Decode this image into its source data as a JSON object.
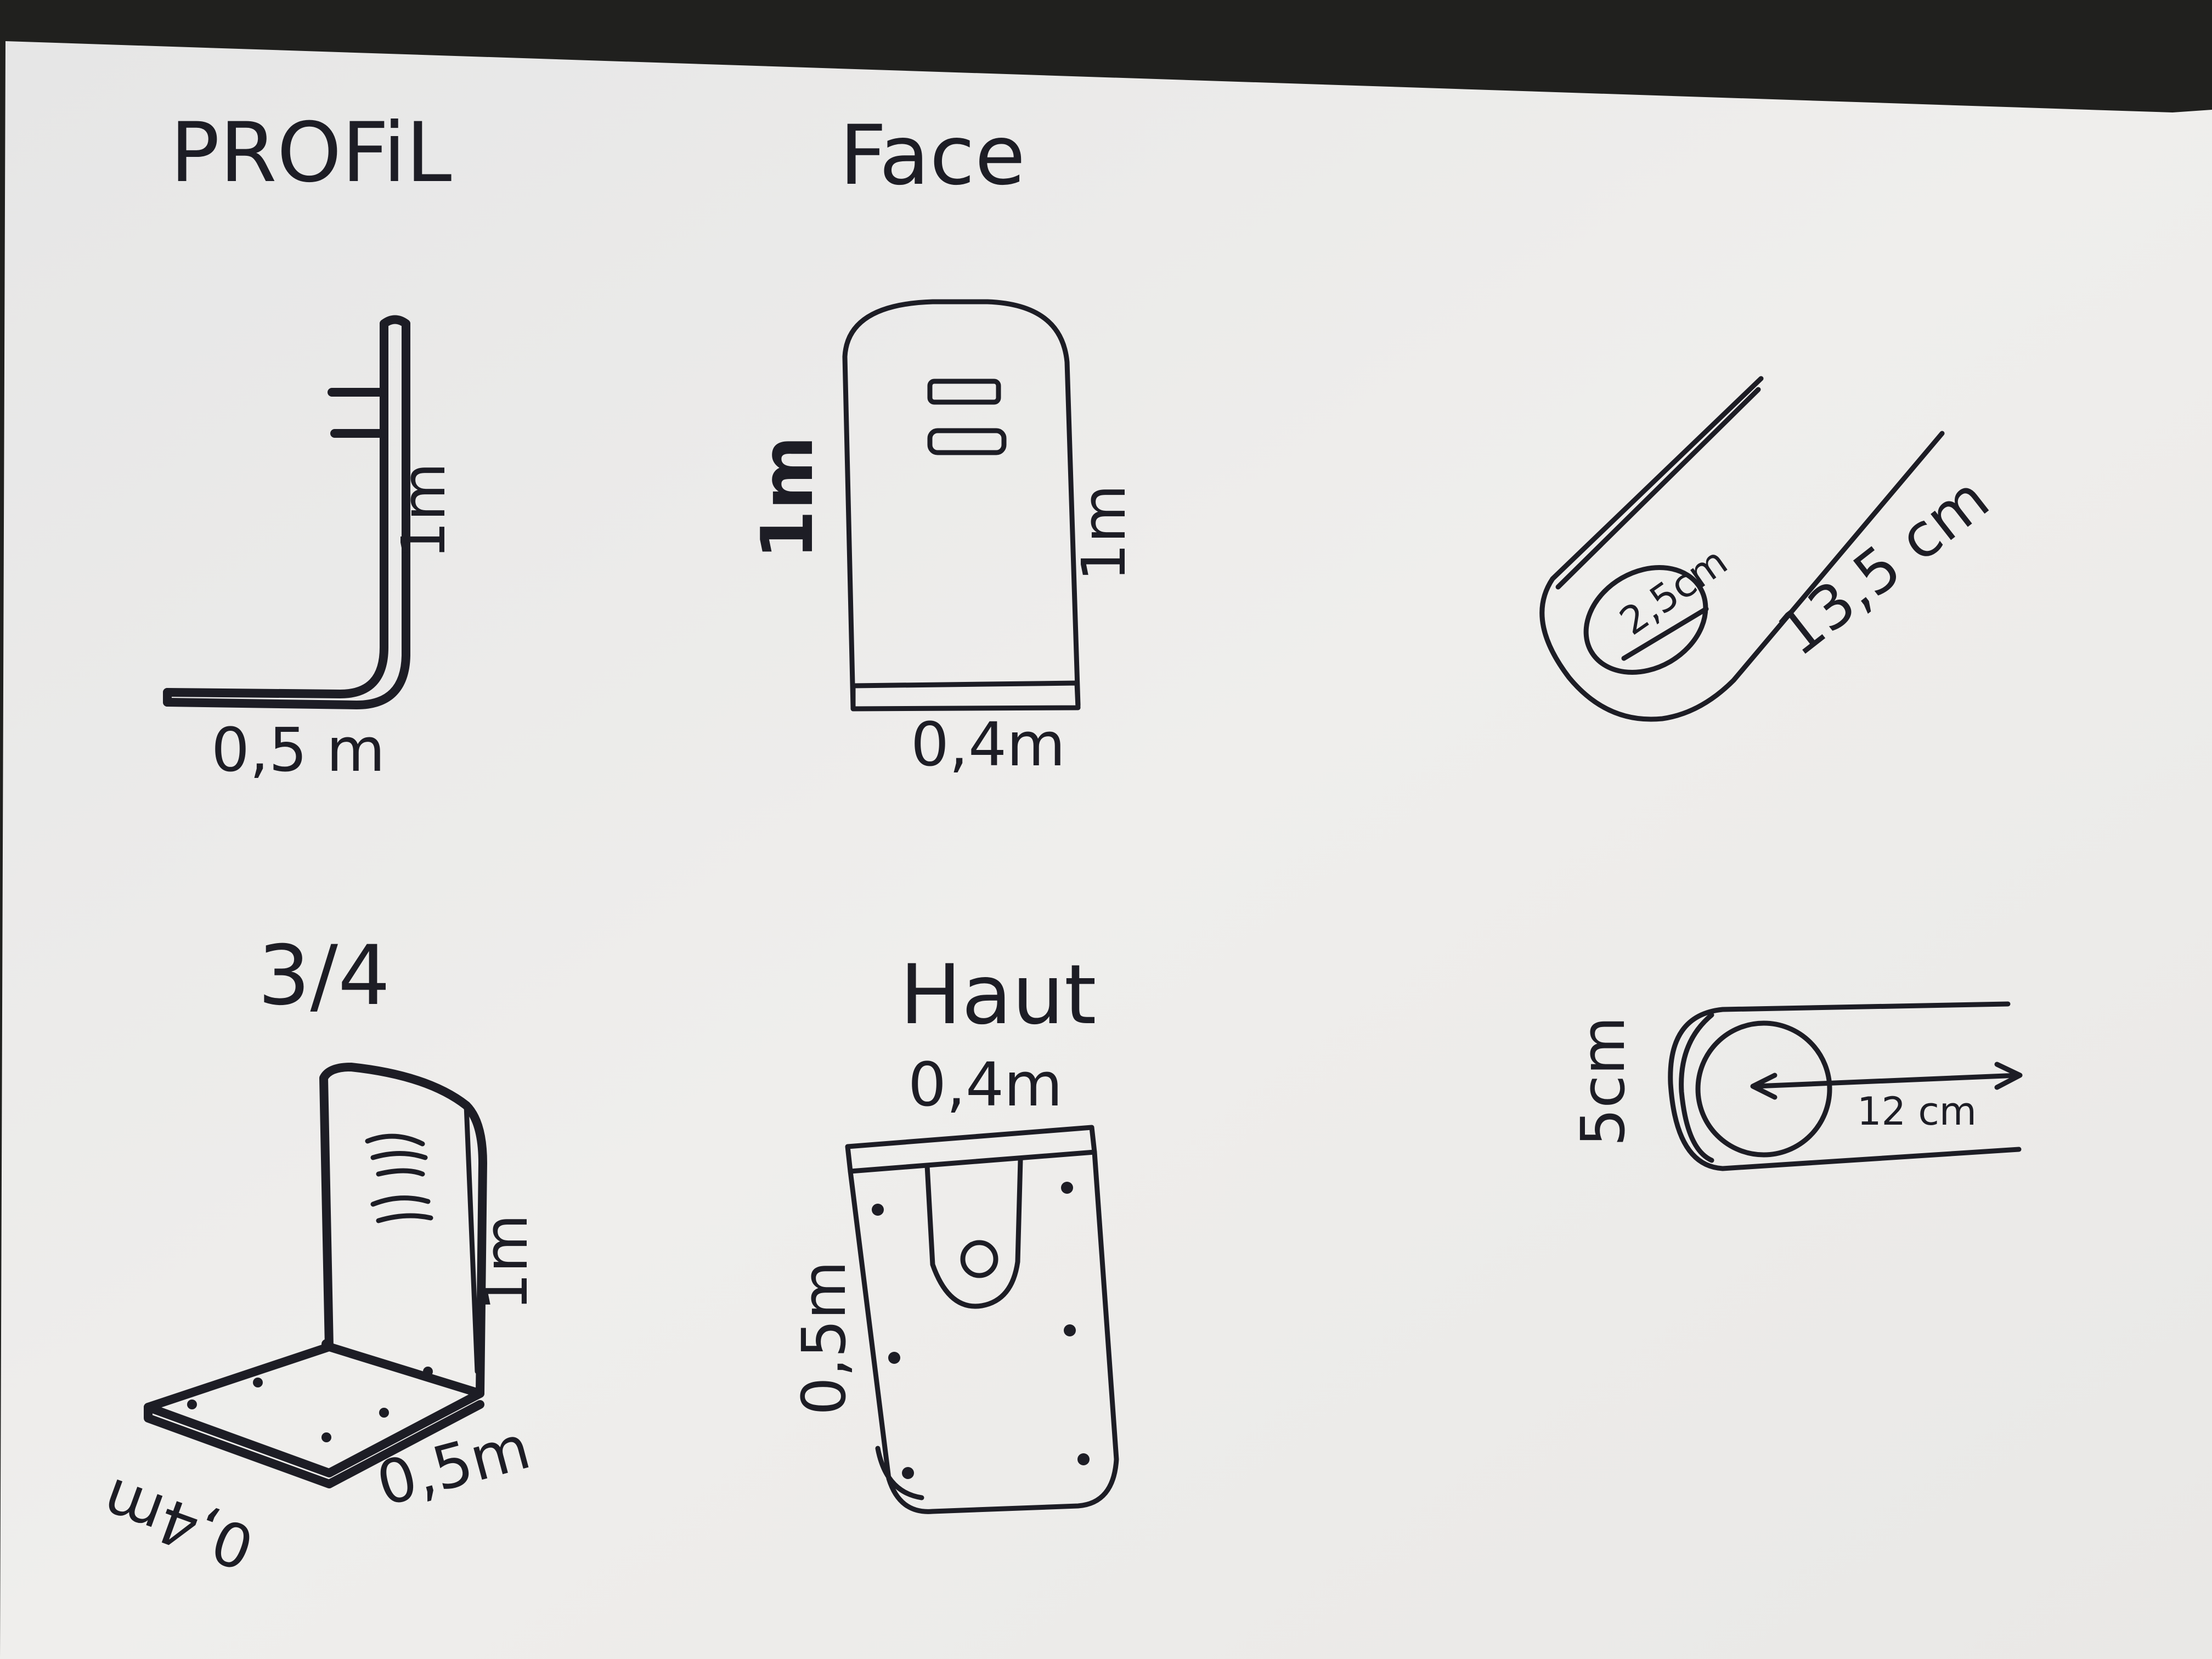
{
  "views": {
    "profil": {
      "title": "PROFiL",
      "height_label": "1m",
      "base_label": "0,5 m"
    },
    "face": {
      "title": "Face",
      "left_height_label": "1m",
      "right_height_label": "1m",
      "width_label": "0,4m"
    },
    "three_quarter": {
      "title": "3/4",
      "height_label": "1m",
      "depth_label": "0,5m",
      "width_label": "0,4m"
    },
    "haut": {
      "title": "Haut",
      "width_label": "0,4m",
      "depth_label": "0,5m"
    }
  },
  "details": {
    "diagonal_slot": {
      "hole_label": "2,5cm",
      "length_label": "13,5 cm"
    },
    "horizontal_slot": {
      "height_label": "5cm",
      "length_label": "12 cm"
    }
  },
  "colors": {
    "paper": "#ecebea",
    "ink": "#1d1d25",
    "background": "#20201e"
  }
}
